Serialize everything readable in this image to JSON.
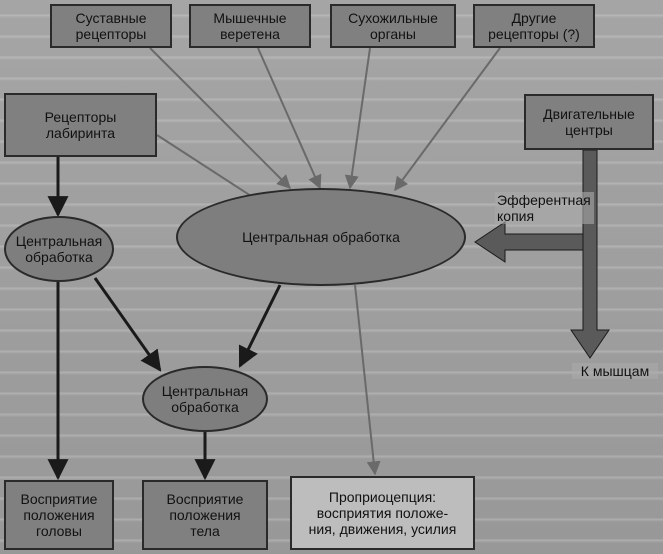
{
  "boxes": {
    "joint_receptors": "Суставные\nрецепторы",
    "muscle_spindles": "Мышечные\nверетена",
    "tendon_organs": "Сухожильные\nорганы",
    "other_receptors": "Другие\nрецепторы (?)",
    "labyrinth_receptors": "Рецепторы\nлабиринта",
    "motor_centers": "Двигательные\nцентры",
    "head_position": "Восприятие\nположения\nголовы",
    "body_position": "Восприятие\nположения\nтела",
    "proprioception": "Проприоцепция:\nвосприятия положе-\nния, движения, усилия"
  },
  "ellipses": {
    "central_processing_left": "Центральная\nобработка",
    "central_processing_main": "Центральная обработка",
    "central_processing_lower": "Центральная\nобработка"
  },
  "labels": {
    "efference_copy": "Эфферентная\nкопия",
    "to_muscles": "К мышцам"
  },
  "colors": {
    "box_fill": "#808080",
    "box_light_fill": "#c8c8c8",
    "arrow_dark": "#1a1a1a",
    "arrow_light": "#6a6a6a",
    "thick_arrow": "#5a5a5a"
  }
}
